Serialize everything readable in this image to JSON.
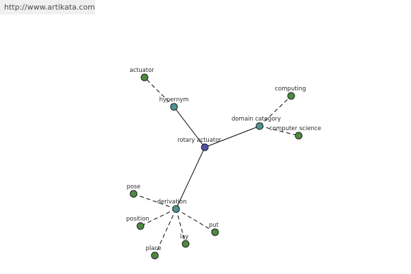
{
  "watermark": {
    "url": "http://www.artikata.com"
  },
  "colors": {
    "center": "#4f53a6",
    "relation": "#4f9292",
    "leaf": "#4e8a42"
  },
  "graph": {
    "center": {
      "id": "center",
      "label": "rotary actuator"
    },
    "relations": [
      {
        "id": "hypernym",
        "label": "hypernym"
      },
      {
        "id": "domain",
        "label": "domain category"
      },
      {
        "id": "derivation",
        "label": "derivation"
      }
    ],
    "leaves": [
      {
        "id": "actuator",
        "label": "actuator",
        "parent": "hypernym"
      },
      {
        "id": "computing",
        "label": "computing",
        "parent": "domain"
      },
      {
        "id": "compsci",
        "label": "computer science",
        "parent": "domain"
      },
      {
        "id": "pose",
        "label": "pose",
        "parent": "derivation"
      },
      {
        "id": "position",
        "label": "position",
        "parent": "derivation"
      },
      {
        "id": "place",
        "label": "place",
        "parent": "derivation"
      },
      {
        "id": "lay",
        "label": "lay",
        "parent": "derivation"
      },
      {
        "id": "put",
        "label": "put",
        "parent": "derivation"
      }
    ]
  }
}
